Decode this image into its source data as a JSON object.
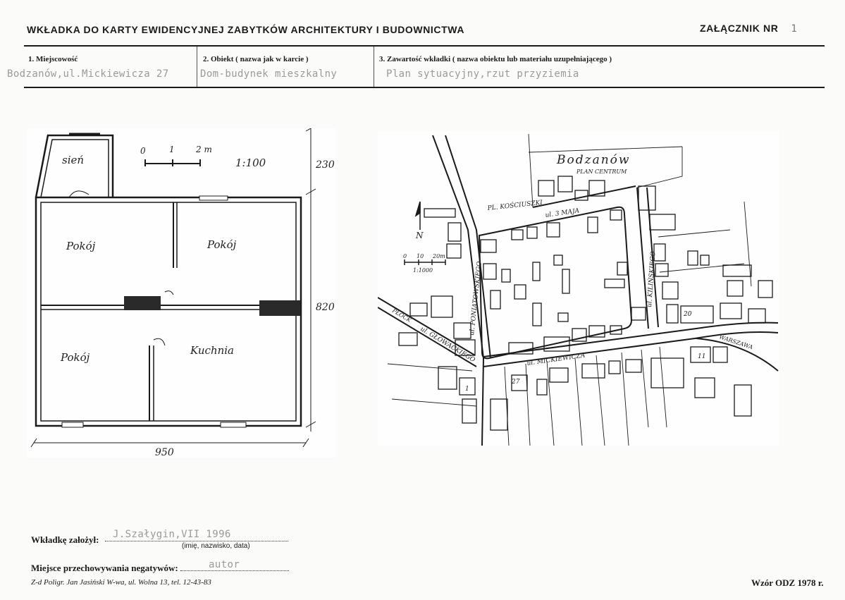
{
  "header": {
    "title": "WKŁADKA DO KARTY EWIDENCYJNEJ ZABYTKÓW ARCHITEKTURY I BUDOWNICTWA",
    "annex_label": "ZAŁĄCZNIK NR",
    "annex_number": "1"
  },
  "fields": {
    "f1_label": "1. Miejscowość",
    "f1_value": "Bodzanów,ul.Mickiewicza 27",
    "f2_label": "2. Obiekt",
    "f2_hint": "( nazwa jak w karcie )",
    "f2_value": "Dom-budynek mieszkalny",
    "f3_label": "3. Zawartość wkładki",
    "f3_hint": "( nazwa obiektu lub materiału uzupełniającego )",
    "f3_value": "Plan sytuacyjny,rzut przyziemia"
  },
  "floorplan": {
    "rooms": [
      "sień",
      "Pokój",
      "Pokój",
      "Pokój",
      "Kuchnia"
    ],
    "scale_ticks": [
      "0",
      "1",
      "2 m"
    ],
    "scale_ratio": "1:100",
    "dim_top": "230",
    "dim_right": "820",
    "dim_bottom": "950"
  },
  "sitemap": {
    "title": "Bodzanów",
    "subtitle": "PLAN CENTRUM",
    "north": "N",
    "scale_ticks": [
      "0",
      "10",
      "20m"
    ],
    "scale_ratio": "1:1000",
    "streets": [
      "PL. KOŚCIUSZKI",
      "ul. 3 MAJA",
      "ul. PONIATOWSKIEGO",
      "ul. KILIŃSKIEGO",
      "ul. GŁOWACKIEGO",
      "ul. MICKIEWICZA",
      "PŁOCK",
      "WARSZAWA"
    ],
    "house_numbers": [
      "1",
      "27",
      "11",
      "20"
    ]
  },
  "footer": {
    "founder_label": "Wkładkę założył:",
    "founder_value": "J.Szałygin,VII 1996",
    "founder_hint": "(imię, nazwisko, data)",
    "storage_label": "Miejsce przechowywania negatywów:",
    "storage_value": "autor",
    "printer": "Z-d Poligr. Jan Jasiński W-wa, ul. Wolna 13, tel. 12-43-83",
    "form": "Wzór ODZ 1978 r."
  }
}
